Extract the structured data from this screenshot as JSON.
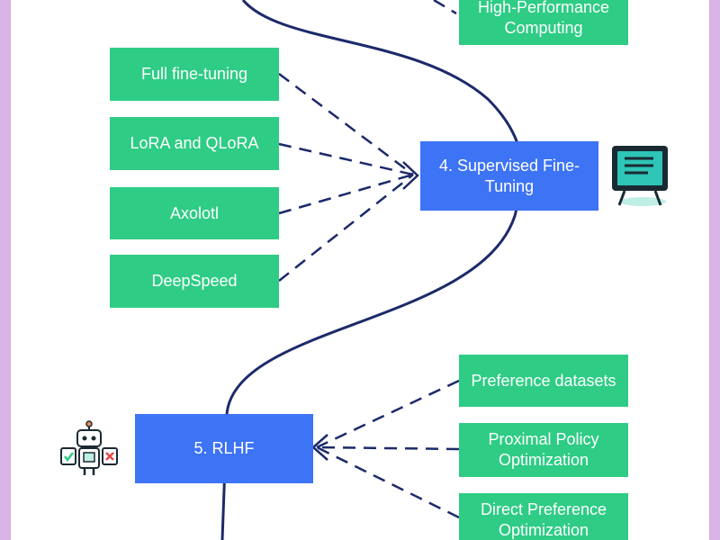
{
  "top_right_box": {
    "label": "High-Performance Computing"
  },
  "sft": {
    "title": "4. Supervised Fine-Tuning",
    "options": [
      "Full fine-tuning",
      "LoRA and QLoRA",
      "Axolotl",
      "DeepSpeed"
    ],
    "icon": "chalkboard-icon"
  },
  "rlhf": {
    "title": "5. RLHF",
    "options": [
      "Preference datasets",
      "Proximal Policy Optimization",
      "Direct Preference Optimization"
    ],
    "icon": "robot-judge-icon"
  },
  "colors": {
    "frame": "#d9b4e6",
    "green_box": "#2ecc85",
    "blue_box": "#3d73f5",
    "path_line": "#1c2a6b",
    "text": "#ffffff"
  }
}
